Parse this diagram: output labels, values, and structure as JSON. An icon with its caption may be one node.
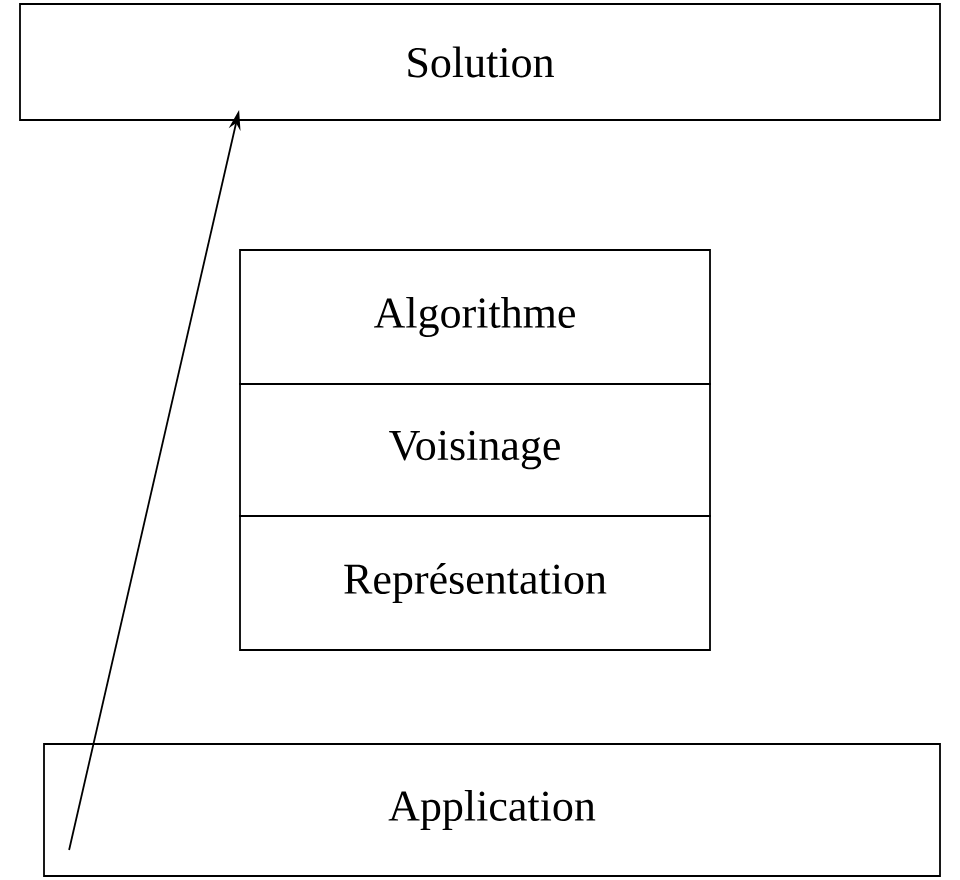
{
  "diagram": {
    "nodes": [
      {
        "text": [
          "Solution"
        ]
      },
      {
        "text": [
          "Algorithme"
        ]
      },
      {
        "text": [
          "Voisinage"
        ]
      },
      {
        "text": [
          "Représentation"
        ]
      },
      {
        "text": [
          "Application"
        ]
      }
    ],
    "edges": [
      {
        "from": 4,
        "to": 0,
        "arrow": "to"
      }
    ]
  }
}
